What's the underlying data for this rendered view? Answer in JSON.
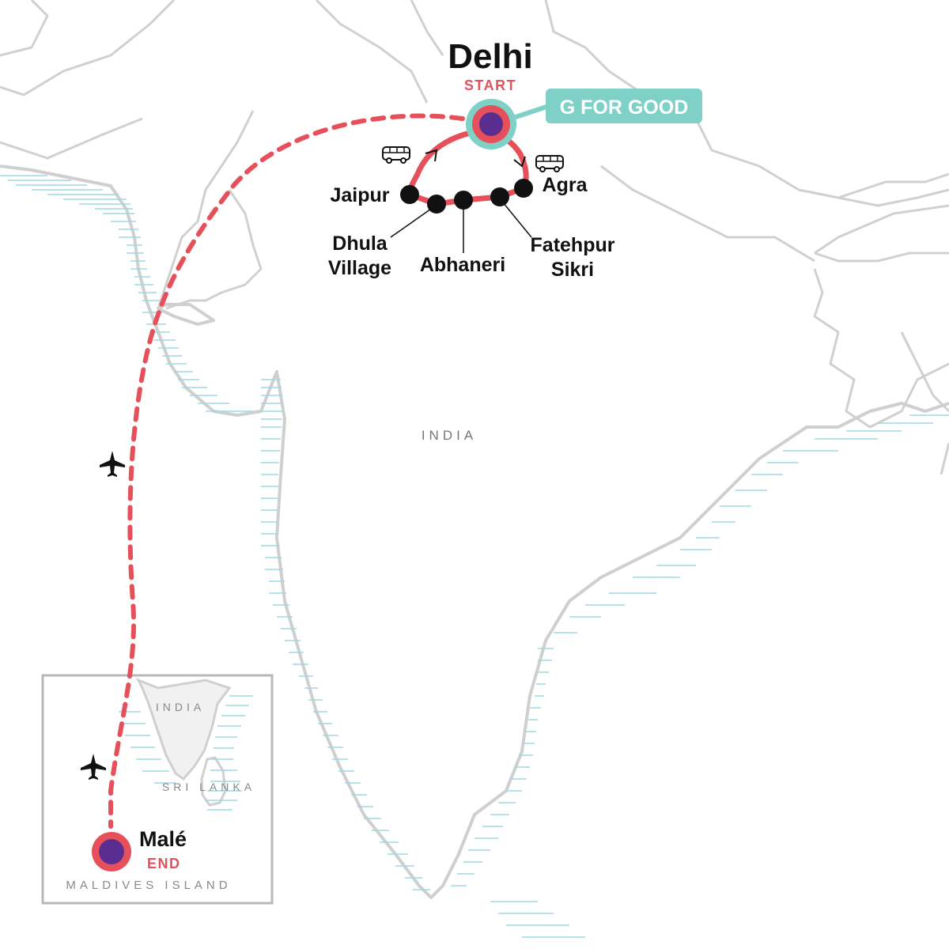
{
  "map": {
    "country_label": "INDIA",
    "route_color": "#e6505a",
    "marker_fill": "#5a2e91",
    "stop_color": "#111111",
    "accent_color": "#7fd1c7",
    "water_color": "#9fd8e0"
  },
  "start": {
    "name": "Delhi",
    "tag": "START"
  },
  "end": {
    "name": "Malé",
    "tag": "END"
  },
  "badge": {
    "label": "G FOR GOOD"
  },
  "stops": {
    "jaipur": "Jaipur",
    "dhula": [
      "Dhula",
      "Village"
    ],
    "abhaneri": "Abhaneri",
    "fatehpur": [
      "Fatehpur",
      "Sikri"
    ],
    "agra": "Agra"
  },
  "transport_icons": [
    "bus-icon",
    "bus-icon",
    "plane-icon",
    "plane-icon"
  ],
  "inset": {
    "india_label": "INDIA",
    "sri_lanka_label": "SRI LANKA",
    "maldives_label": "MALDIVES ISLAND"
  }
}
